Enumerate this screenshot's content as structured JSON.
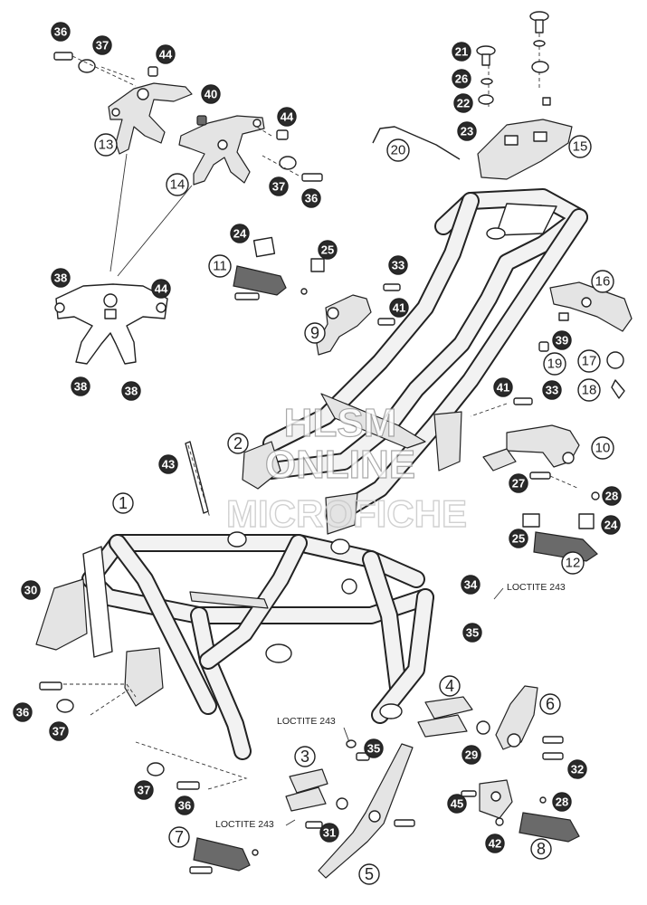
{
  "watermark": {
    "line1": "HLSM",
    "line2": "ONLINE",
    "line3": "MICROFICHE"
  },
  "notes": {
    "loctite_1": "LOCTITE 243",
    "loctite_2": "LOCTITE 243",
    "loctite_3": "LOCTITE 243"
  },
  "callouts": {
    "c1": "1",
    "c2": "2",
    "c3": "3",
    "c4": "4",
    "c5": "5",
    "c6": "6",
    "c7": "7",
    "c8": "8",
    "c9": "9",
    "c10": "10",
    "c11": "11",
    "c12": "12",
    "c13": "13",
    "c14": "14",
    "c15": "15",
    "c16": "16",
    "c17": "17",
    "c18": "18",
    "c19": "19",
    "c20": "20",
    "c21": "21",
    "c22": "22",
    "c23": "23",
    "c24a": "24",
    "c24b": "24",
    "c25a": "25",
    "c25b": "25",
    "c26": "26",
    "c27": "27",
    "c28a": "28",
    "c28b": "28",
    "c29": "29",
    "c30": "30",
    "c31": "31",
    "c32": "32",
    "c33a": "33",
    "c33b": "33",
    "c34": "34",
    "c35a": "35",
    "c35b": "35",
    "c36a": "36",
    "c36b": "36",
    "c36c": "36",
    "c36d": "36",
    "c37a": "37",
    "c37b": "37",
    "c37c": "37",
    "c37d": "37",
    "c38a": "38",
    "c38b": "38",
    "c38c": "38",
    "c39": "39",
    "c40": "40",
    "c41a": "41",
    "c41b": "41",
    "c42": "42",
    "c43": "43",
    "c44a": "44",
    "c44b": "44",
    "c44c": "44",
    "c45": "45"
  }
}
